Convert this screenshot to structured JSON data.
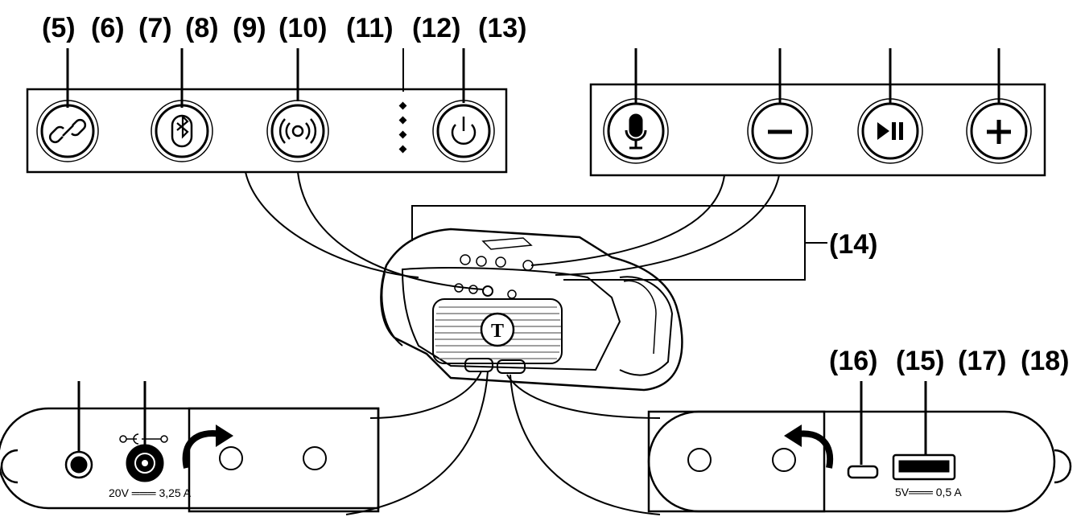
{
  "top_labels": [
    "(5)",
    "(6)",
    "(7)",
    "(8)",
    "(9)",
    "(10)",
    "(11)",
    "(12)",
    "(13)"
  ],
  "side_label": "(14)",
  "right_port_labels": [
    "(16)",
    "(15)",
    "(17)",
    "(18)"
  ],
  "right_panel_buttons": [
    "microphone-icon",
    "minus-icon",
    "play-pause-icon",
    "plus-icon"
  ],
  "left_panel_buttons": [
    "link-icon",
    "bluetooth-icon",
    "radio-wave-icon",
    "power-icon"
  ],
  "dc_input_rating": "20V ═══ 3,25 A",
  "usb_output_rating": "5V═══ 0,5 A",
  "speaker_logo_letter": "T"
}
